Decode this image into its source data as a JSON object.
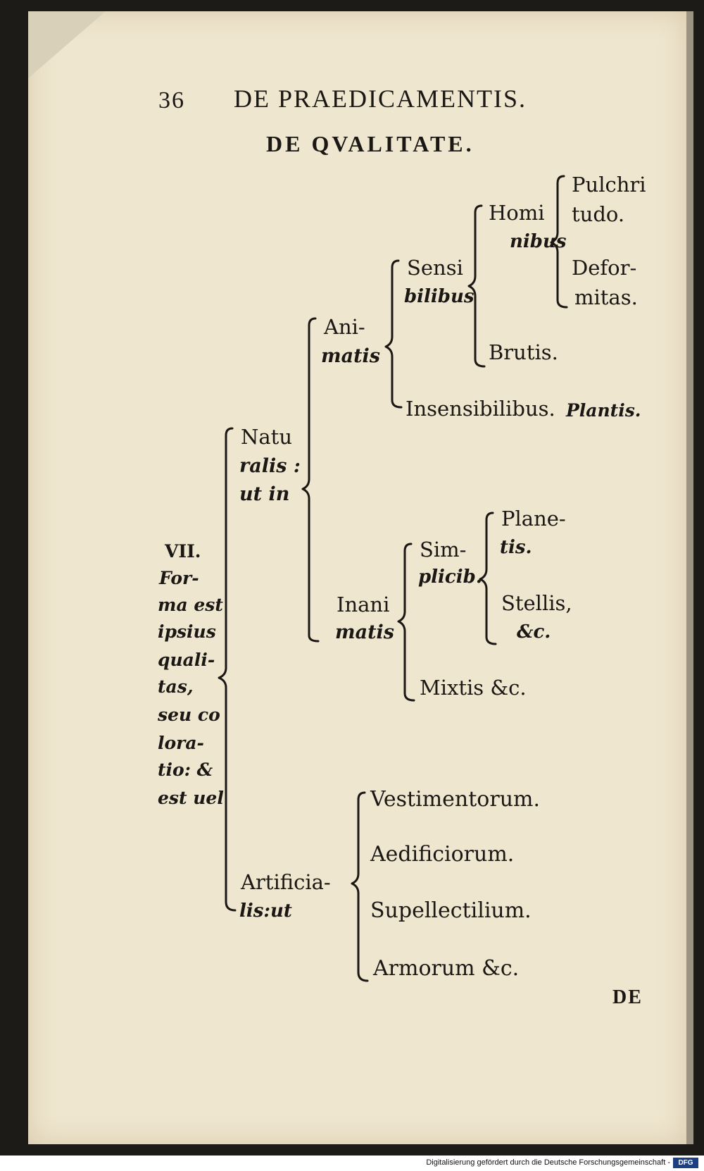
{
  "page": {
    "number": "36",
    "running_head": "DE PRAEDICAMENTIS.",
    "section_title": "DE QVALITATE.",
    "catchword": "DE"
  },
  "root_label": [
    "VII.",
    "For-",
    "ma est",
    "ipsius",
    "quali-",
    "tas,",
    "seu co",
    "lora-",
    "tio: &",
    "est uel"
  ],
  "tree": {
    "naturalis": [
      "Natu",
      "ralis :",
      "ut in"
    ],
    "animatis": [
      "Ani-",
      "matis"
    ],
    "sensibilibus": [
      "Sensi",
      "bilibus"
    ],
    "hominibus": [
      "Homi",
      "nibus"
    ],
    "pulchritudo": [
      "Pulchri",
      "tudo."
    ],
    "deformitas": [
      "Defor-",
      "mitas."
    ],
    "brutis": "Brutis.",
    "insensibilibus": "Insensibilibus.",
    "plantis": "Plantis.",
    "inanimatis": [
      "Inani",
      "matis"
    ],
    "simplicibus": [
      "Sim-",
      "plicib."
    ],
    "planetis": [
      "Plane-",
      "tis."
    ],
    "stellis": [
      "Stellis,",
      "&c."
    ],
    "mixtis": "Mixtis &c.",
    "artificialis": [
      "Artificia-",
      "lis:ut"
    ],
    "vestimentorum": "Vestimentorum.",
    "aedificiorum": "Aedificiorum.",
    "supellectilium": "Supellectilium.",
    "armorum": "Armorum &c."
  },
  "footer": {
    "credit": "Digitalisierung gefördert durch die Deutsche Forschungsgemeinschaft -",
    "logo": "DFG"
  }
}
